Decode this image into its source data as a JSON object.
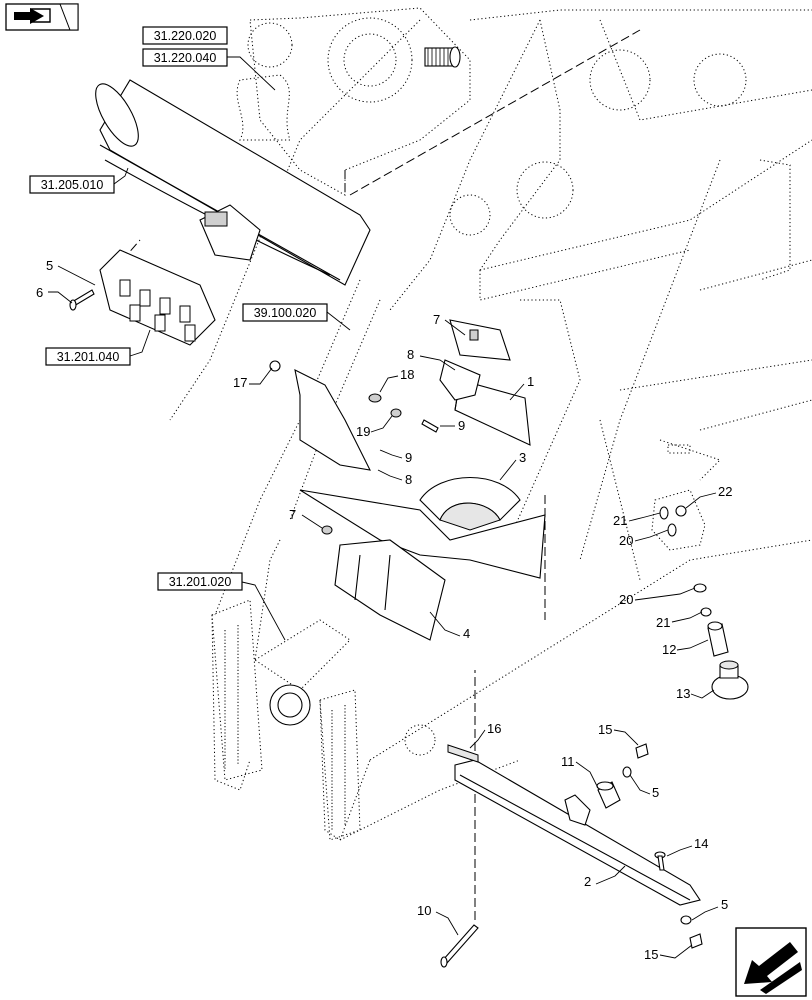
{
  "nav": {
    "top_icon": "book-arrow-icon",
    "bottom_icon": "orientation-arrow-icon"
  },
  "references": [
    {
      "id": "ref-31-220-020",
      "label": "31.220.020"
    },
    {
      "id": "ref-31-220-040",
      "label": "31.220.040"
    },
    {
      "id": "ref-31-205-010",
      "label": "31.205.010"
    },
    {
      "id": "ref-39-100-020",
      "label": "39.100.020"
    },
    {
      "id": "ref-31-201-040",
      "label": "31.201.040"
    },
    {
      "id": "ref-31-201-020",
      "label": "31.201.020"
    }
  ],
  "callouts": [
    "1",
    "2",
    "3",
    "4",
    "5",
    "5",
    "5",
    "6",
    "7",
    "7",
    "8",
    "8",
    "9",
    "9",
    "10",
    "11",
    "12",
    "13",
    "14",
    "15",
    "15",
    "16",
    "17",
    "18",
    "19",
    "20",
    "20",
    "21",
    "21",
    "22"
  ]
}
